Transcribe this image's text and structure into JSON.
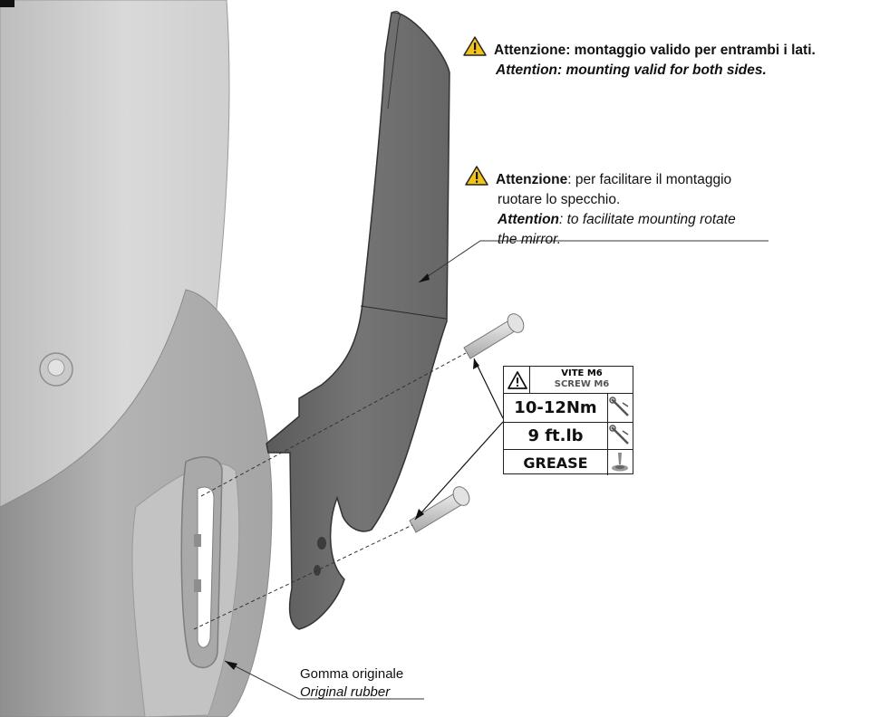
{
  "notes": {
    "mounting_it": "Attenzione: montaggio valido per entrambi i lati.",
    "mounting_en": "Attention: mounting valid for both sides.",
    "rotate_it_bold": "Attenzione",
    "rotate_it_rest1": ": per facilitare il montaggio",
    "rotate_it_rest2": "ruotare lo specchio.",
    "rotate_en_bold": "Attention",
    "rotate_en_rest1": ": to facilitate mounting rotate",
    "rotate_en_rest2": "the mirror."
  },
  "spec_table": {
    "title": "VITE M6",
    "subtitle": "SCREW M6",
    "torque_nm": "10-12Nm",
    "torque_ftlb": "9 ft.lb",
    "grease": "GREASE"
  },
  "caption": {
    "it": "Gomma originale",
    "en": "Original rubber"
  },
  "icons": [
    "warning-icon",
    "torque-wrench-icon",
    "grease-icon"
  ],
  "colors": {
    "warning_yellow": "#f2c318",
    "part_dark": "#6e6e6e",
    "body_light": "#d4d4d4"
  }
}
